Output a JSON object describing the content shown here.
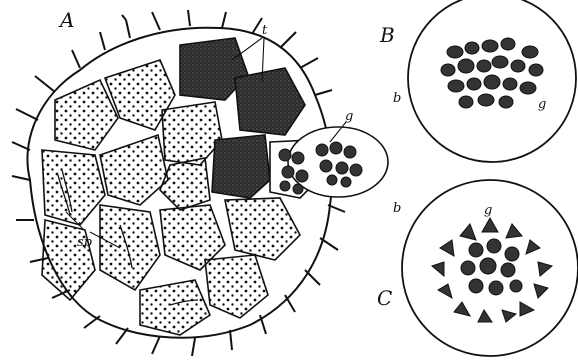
{
  "figure": {
    "labels": {
      "A": "A",
      "B": "B",
      "C": "C",
      "t": "t",
      "g_A": "g",
      "g_B": "g",
      "g_C": "g",
      "b_B": "b",
      "b_C": "b",
      "sp": "sp"
    },
    "colors": {
      "ink": "#111111",
      "paper": "#ffffff",
      "dark_cell": "#2b2b2b"
    }
  }
}
